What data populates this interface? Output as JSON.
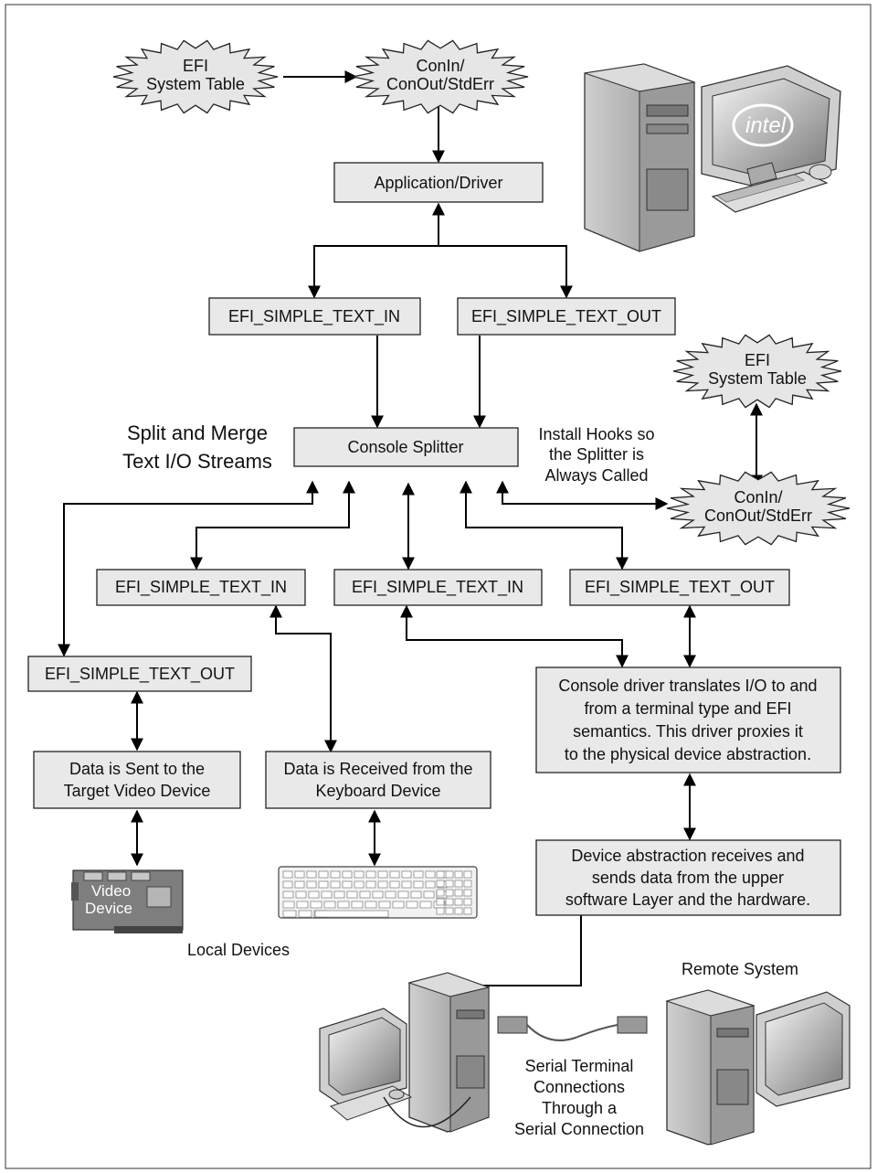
{
  "bursts": {
    "top_left": {
      "lines": [
        "EFI",
        "System Table"
      ]
    },
    "top_right": {
      "lines": [
        "ConIn/",
        "ConOut/StdErr"
      ]
    },
    "right_upper": {
      "lines": [
        "EFI",
        "System Table"
      ]
    },
    "right_lower": {
      "lines": [
        "ConIn/",
        "ConOut/StdErr"
      ]
    }
  },
  "boxes": {
    "app_driver": "Application/Driver",
    "upper_text_in": "EFI_SIMPLE_TEXT_IN",
    "upper_text_out": "EFI_SIMPLE_TEXT_OUT",
    "console_splitter": "Console Splitter",
    "mid_text_in_left": "EFI_SIMPLE_TEXT_IN",
    "mid_text_in_center": "EFI_SIMPLE_TEXT_IN",
    "mid_text_out_right": "EFI_SIMPLE_TEXT_OUT",
    "left_text_out": "EFI_SIMPLE_TEXT_OUT",
    "video_data": [
      "Data is Sent to the",
      "Target Video Device"
    ],
    "keyboard_data": [
      "Data is Received from the",
      "Keyboard Device"
    ],
    "console_driver": [
      "Console driver translates I/O to and",
      "from a terminal type and EFI",
      "semantics. This driver proxies it",
      "to the physical device abstraction."
    ],
    "device_abstraction": [
      "Device abstraction receives and",
      "sends data from the upper",
      "software Layer and the hardware."
    ]
  },
  "labels": {
    "split_merge": [
      "Split and Merge",
      "Text I/O Streams"
    ],
    "install_hooks": [
      "Install Hooks so",
      "the Splitter is",
      "Always Called"
    ],
    "local_devices": "Local Devices",
    "remote_system": "Remote System",
    "serial": [
      "Serial Terminal",
      "Connections",
      "Through a",
      "Serial Connection"
    ],
    "video_card": [
      "Video",
      "Device"
    ],
    "intel_logo": "intel"
  }
}
